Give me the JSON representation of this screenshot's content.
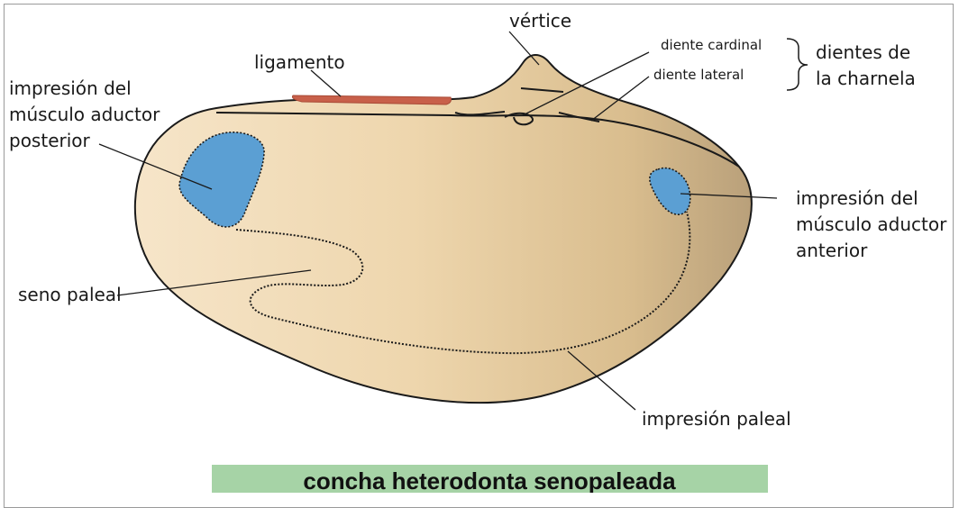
{
  "labels": {
    "vertex": "vértice",
    "ligament": "ligamento",
    "cardinal_tooth": "diente cardinal",
    "lateral_tooth": "diente lateral",
    "hinge_teeth_line1": "dientes de",
    "hinge_teeth_line2": "la charnela",
    "posterior_adductor_line1": "impresión del",
    "posterior_adductor_line2": "músculo aductor",
    "posterior_adductor_line3": "posterior",
    "anterior_adductor_line1": "impresión del",
    "anterior_adductor_line2": "músculo aductor",
    "anterior_adductor_line3": "anterior",
    "pallial_sinus": "seno paleal",
    "pallial_line": "impresión paleal"
  },
  "caption": "concha heterodonta senopaleada",
  "colors": {
    "shell_light": "#f6e5c9",
    "shell_mid": "#e9cfa1",
    "shell_dark": "#b9a07a",
    "muscle_scar": "#5b9fd3",
    "ligament": "#c8604a",
    "caption_bg": "#a6d3a6"
  }
}
